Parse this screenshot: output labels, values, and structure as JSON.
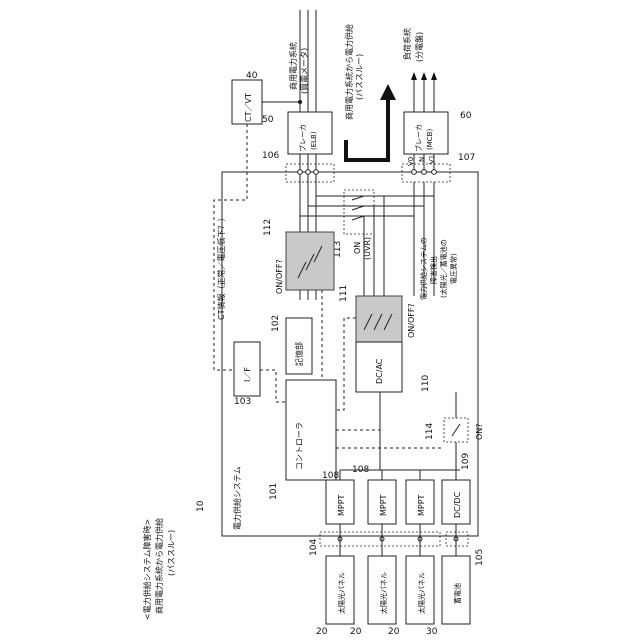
{
  "caption": [
    "<電力供給システム障害時>",
    "商用電力系統から電力供給",
    "(パススルー)"
  ],
  "system_title": "電力供給システム",
  "ctvt": "CT／VT",
  "grid": [
    "商用電力系統",
    "(買電メータ)"
  ],
  "load": [
    "負荷系統",
    "(分電盤)"
  ],
  "passthrough": [
    "商用電力系統から電力供給",
    "(パススルー)"
  ],
  "ct_info": "CT情報（正常／電圧低下？）",
  "breaker_elb": [
    "ブレーカ",
    "(ELB)"
  ],
  "breaker_mcb": [
    "ブレーカ",
    "(MCB)"
  ],
  "storage_label": "記憶部",
  "if_label": "I／F",
  "controller_label": "コントローラ",
  "dcac_label": "DC/AC",
  "dcdc_label": "DC/DC",
  "mppt": [
    "MPPT",
    "MPPT",
    "MPPT"
  ],
  "pv": [
    "太陽光パネル",
    "太陽光パネル",
    "太陽光パネル"
  ],
  "battery": "蓄電池",
  "switch_onoff_112": "ON/OFF?",
  "switch_onoff_111": "ON/OFF?",
  "uvr": [
    "ON",
    "(UVR)"
  ],
  "on_114": "ON?",
  "detect": [
    "電力供給システムの",
    "障害検出",
    "(太陽光／蓄電池の",
    "電圧異常)"
  ],
  "terms": [
    "V0",
    "N",
    "V1"
  ],
  "refs": {
    "r10": "10",
    "r20a": "20",
    "r20b": "20",
    "r20c": "20",
    "r30": "30",
    "r40": "40",
    "r50": "50",
    "r60": "60",
    "r101": "101",
    "r102": "102",
    "r103": "103",
    "r104": "104",
    "r105": "105",
    "r106": "106",
    "r107": "107",
    "r108a": "108",
    "r108b": "108",
    "r109": "109",
    "r110": "110",
    "r111": "111",
    "r112": "112",
    "r113": "113",
    "r114": "114"
  }
}
